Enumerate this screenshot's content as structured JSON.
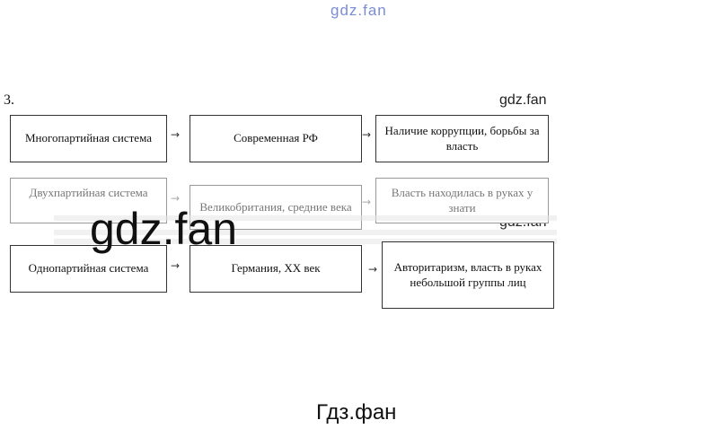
{
  "watermarks": {
    "top": "gdz.fan",
    "right1": "gdz.fan",
    "right2": "gdz.fan",
    "big": "gdz.fan",
    "bottom": "Гдз.фан"
  },
  "task_number": "3.",
  "rows": [
    {
      "system": "Многопартийная система",
      "example": "Современная РФ",
      "feature": "Наличие коррупции, борьбы за власть"
    },
    {
      "system": "Двухпартийная система",
      "example": "Великобритания, средние века",
      "feature": "Власть находилась в руках у знати"
    },
    {
      "system": "Однопартийная система",
      "example": "Германия, XX век",
      "feature": "Авторитаризм, власть в руках небольшой группы лиц"
    }
  ],
  "arrow_glyph": "→"
}
